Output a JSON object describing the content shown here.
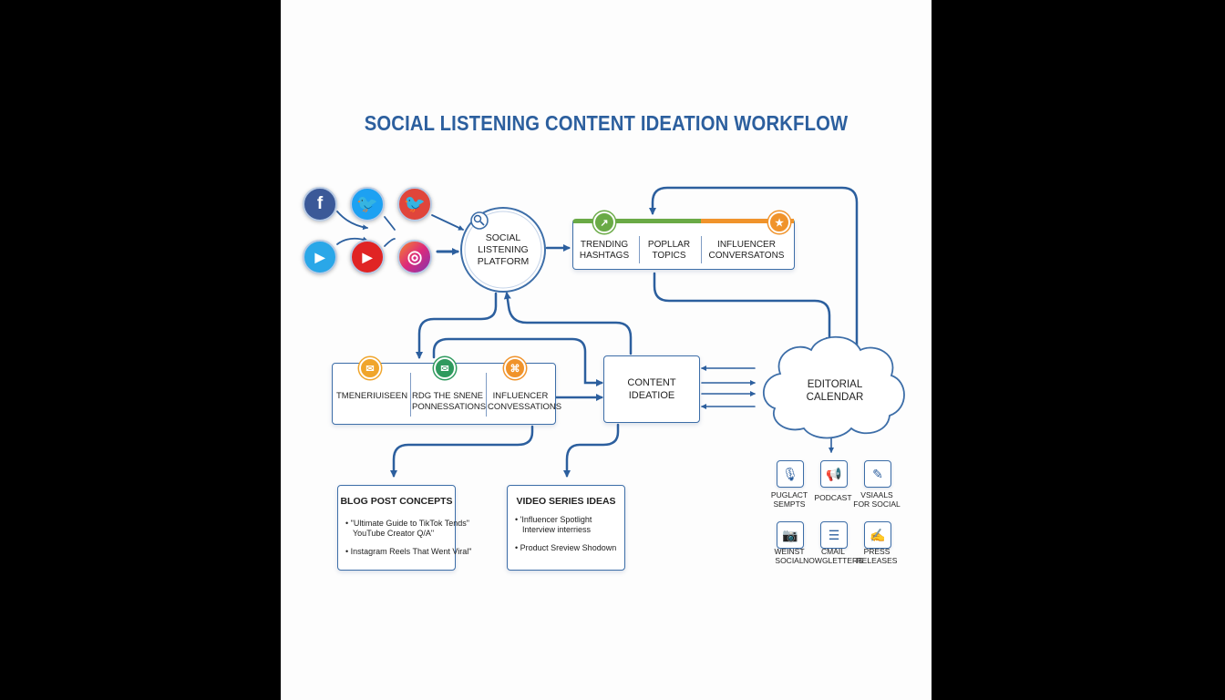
{
  "title": "SOCIAL LISTENING CONTENT IDEATION WORKFLOW",
  "colors": {
    "accent": "#2c5f9e",
    "green": "#6aaa46",
    "orange": "#f0932b",
    "background": "#000000"
  },
  "sources": [
    {
      "name": "facebook-icon",
      "glyph": "f",
      "color": "#3b5998"
    },
    {
      "name": "twitter-icon",
      "glyph": "🐦",
      "color": "#1da1f2"
    },
    {
      "name": "twitter-red-icon",
      "glyph": "🐦",
      "color": "#e0453b"
    },
    {
      "name": "play-icon",
      "glyph": "▶",
      "color": "#2aa7e8"
    },
    {
      "name": "youtube-icon",
      "glyph": "▶",
      "color": "#e02424"
    },
    {
      "name": "instagram-icon",
      "glyph": "◎",
      "color": "#c13584"
    }
  ],
  "platform": {
    "line1": "SOCIAL",
    "line2": "LISTENING",
    "line3": "PLATFORM"
  },
  "signals": {
    "col1": [
      "TRENDING",
      "HASHTAGS"
    ],
    "col2": [
      "POPLLAR",
      "TOPICS"
    ],
    "col3": [
      "INFLUENCER",
      "CONVERSATONS"
    ]
  },
  "insights": {
    "col1": "TMENERIUISEEN",
    "col2": [
      "RDG THE SNENE",
      "PONNESSATIONS"
    ],
    "col3": [
      "INFLUENCER",
      "CONVESSATIONS"
    ]
  },
  "ideation": {
    "line1": "CONTENT",
    "line2": "IDEATIOE"
  },
  "calendar": {
    "line1": "EDITORIAL",
    "line2": "CALENDAR"
  },
  "blog": {
    "title": "BLOG POST CONCEPTS",
    "items": [
      "\"Ultimate Guide to TikTok Tends\"",
      "YouTube Creator Q/A\"",
      "Instagram Reels That Went Viral\""
    ]
  },
  "video": {
    "title": "VIDEO SERIES IDEAS",
    "items": [
      "'Influencer Spotlight",
      "Interview interriess",
      "Product Sreview Shodown"
    ]
  },
  "outputs": [
    {
      "icon": "microphone-icon",
      "glyph": "🎙",
      "label": [
        "PUGLACT",
        "SEMPTS"
      ]
    },
    {
      "icon": "megaphone-icon",
      "glyph": "📢",
      "label": [
        "PODCAST"
      ]
    },
    {
      "icon": "pen-icon",
      "glyph": "✎",
      "label": [
        "VSIAALS",
        "FOR SOCIAL"
      ]
    },
    {
      "icon": "camera-icon",
      "glyph": "📷",
      "label": [
        "WEINST",
        "SOCIAL"
      ]
    },
    {
      "icon": "newsletter-icon",
      "glyph": "☰",
      "label": [
        "CMAIL",
        "NOWGLETTERS"
      ]
    },
    {
      "icon": "press-release-icon",
      "glyph": "✍",
      "label": [
        "PRESS",
        "RELEASES"
      ]
    }
  ]
}
